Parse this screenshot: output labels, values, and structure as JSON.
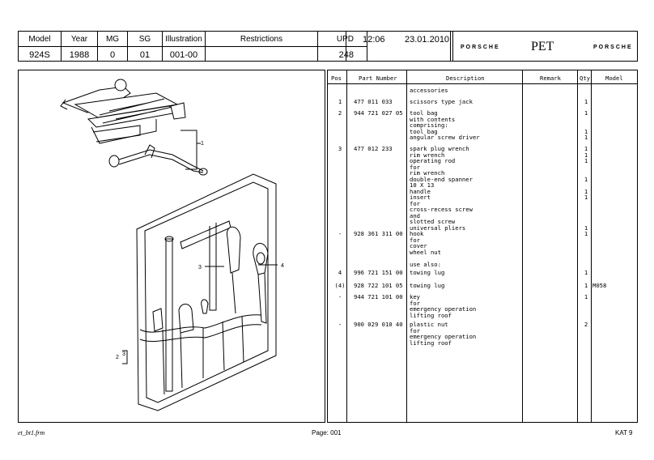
{
  "header": {
    "model_label": "Model",
    "model": "924S",
    "year_label": "Year",
    "year": "1988",
    "mg_label": "MG",
    "mg": "0",
    "sg_label": "SG",
    "sg": "01",
    "illustration_label": "Illustration",
    "illustration": "001-00",
    "restrictions_label": "Restrictions",
    "upd_label": "UPD",
    "upd": "248",
    "time": "12:06",
    "date": "23.01.2010",
    "brand_left": "PORSCHE",
    "pet": "PET",
    "brand_right": "PORSCHE"
  },
  "illustration_labels": {
    "callout_1": "1",
    "callout_2": "2",
    "callout_3a": "3",
    "callout_3b": "3",
    "callout_4": "4"
  },
  "table": {
    "headers": [
      "Pos",
      "Part Number",
      "Description",
      "Remark",
      "Qty",
      "Model"
    ],
    "rows": [
      {
        "pos": "",
        "part": "",
        "desc": [
          "accessories"
        ],
        "qty": [],
        "model": ""
      },
      {
        "pos": "1",
        "part": "477 011 033",
        "desc": [
          "scissors type jack"
        ],
        "qty": [
          "1"
        ],
        "model": ""
      },
      {
        "pos": "2",
        "part": "944 721 027 05",
        "desc": [
          "tool bag",
          "with contents",
          "comprising:",
          "tool bag",
          "angular screw driver"
        ],
        "qty": [
          "1",
          "",
          "",
          "1",
          "1"
        ],
        "model": ""
      },
      {
        "pos": "3",
        "part": "477 012 233",
        "desc": [
          "spark plug wrench",
          "rim wrench",
          "operating rod",
          "for",
          "rim wrench",
          "double-end spanner",
          "10 X 13",
          "handle",
          "insert",
          "for",
          "cross-recess screw",
          "and",
          "slotted screw",
          "universal pliers"
        ],
        "qty": [
          "1",
          "1",
          "1",
          "",
          "",
          "1",
          "",
          "1",
          "1",
          "",
          "",
          "",
          "",
          "1"
        ],
        "model": ""
      },
      {
        "pos": "-",
        "part": "928 361 311 00",
        "desc": [
          "hook",
          "for",
          "cover",
          "wheel nut",
          "",
          "use also:"
        ],
        "qty": [
          "1"
        ],
        "model": ""
      },
      {
        "pos": "4",
        "part": "996 721 151 00",
        "desc": [
          "towing lug"
        ],
        "qty": [
          "1"
        ],
        "model": ""
      },
      {
        "pos": "(4)",
        "part": "928 722 101 05",
        "desc": [
          "towing lug"
        ],
        "qty": [
          "1"
        ],
        "model": "M058"
      },
      {
        "pos": "-",
        "part": "944 721 101 00",
        "desc": [
          "key",
          "for",
          "emergency operation",
          "lifting roof"
        ],
        "qty": [
          "1"
        ],
        "model": ""
      },
      {
        "pos": "-",
        "part": "900 029 010 40",
        "desc": [
          "plastic nut",
          "for",
          "emergency operation",
          "lifting roof"
        ],
        "qty": [
          "2"
        ],
        "model": ""
      }
    ]
  },
  "footer": {
    "file": "et_bt1.frm",
    "page": "Page: 001",
    "kat": "KAT 9"
  }
}
